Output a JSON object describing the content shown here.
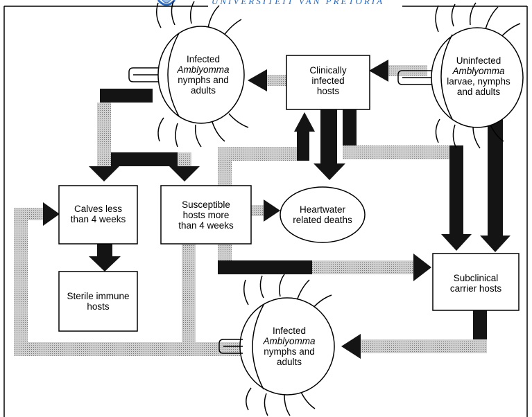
{
  "header": {
    "text": "UNIVERSITEIT VAN PRETORIA"
  },
  "nodes": {
    "infected_top": {
      "line1": "Infected",
      "line2": "Amblyomma",
      "line3": "nymphs and",
      "line4": "adults"
    },
    "clinically": {
      "line1": "Clinically",
      "line2": "infected",
      "line3": "hosts"
    },
    "uninfected": {
      "line1": "Uninfected",
      "line2": "Amblyomma",
      "line3": "larvae, nymphs",
      "line4": "and adults"
    },
    "calves": {
      "line1": "Calves less",
      "line2": "than 4 weeks"
    },
    "susceptible": {
      "line1": "Susceptible",
      "line2": "hosts more",
      "line3": "than 4 weeks"
    },
    "heartwater": {
      "line1": "Heartwater",
      "line2": "related deaths"
    },
    "sterile": {
      "line1": "Sterile immune",
      "line2": "hosts"
    },
    "subclinical": {
      "line1": "Subclinical",
      "line2": "carrier hosts"
    },
    "infected_bottom": {
      "line1": "Infected",
      "line2": "Amblyomma",
      "line3": "nymphs and",
      "line4": "adults"
    }
  },
  "colors": {
    "arrow": "#141414",
    "border": "#000000",
    "logo": "#2a6cc4"
  }
}
